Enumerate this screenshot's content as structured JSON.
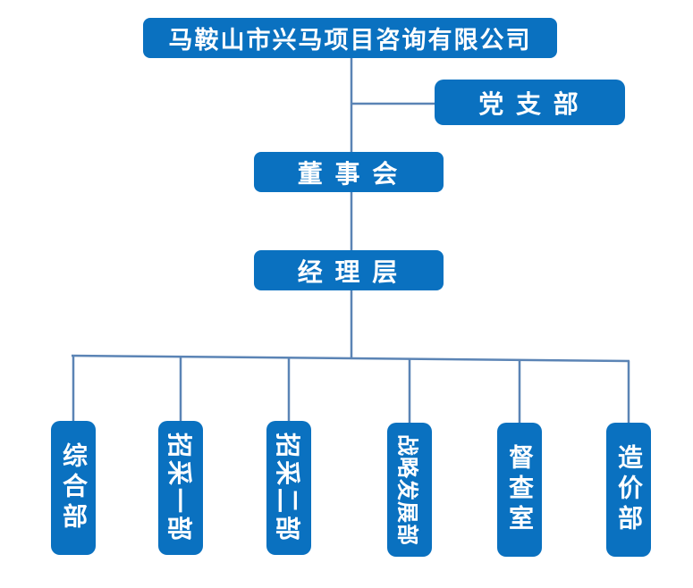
{
  "colors": {
    "box_fill": "#0a71c0",
    "connector_line": "#5b84b5",
    "box_text": "#ffffff",
    "background": "#ffffff"
  },
  "org_chart": {
    "company": {
      "label": "马鞍山市兴马项目咨询有限公司"
    },
    "party_branch": {
      "label": "党 支 部"
    },
    "board": {
      "label": "董 事 会"
    },
    "management": {
      "label": "经 理 层"
    },
    "departments": [
      {
        "label": "综合部"
      },
      {
        "label": "招采一部"
      },
      {
        "label": "招采二部"
      },
      {
        "label": "战略发展部"
      },
      {
        "label": "督查室"
      },
      {
        "label": "造价部"
      }
    ]
  }
}
